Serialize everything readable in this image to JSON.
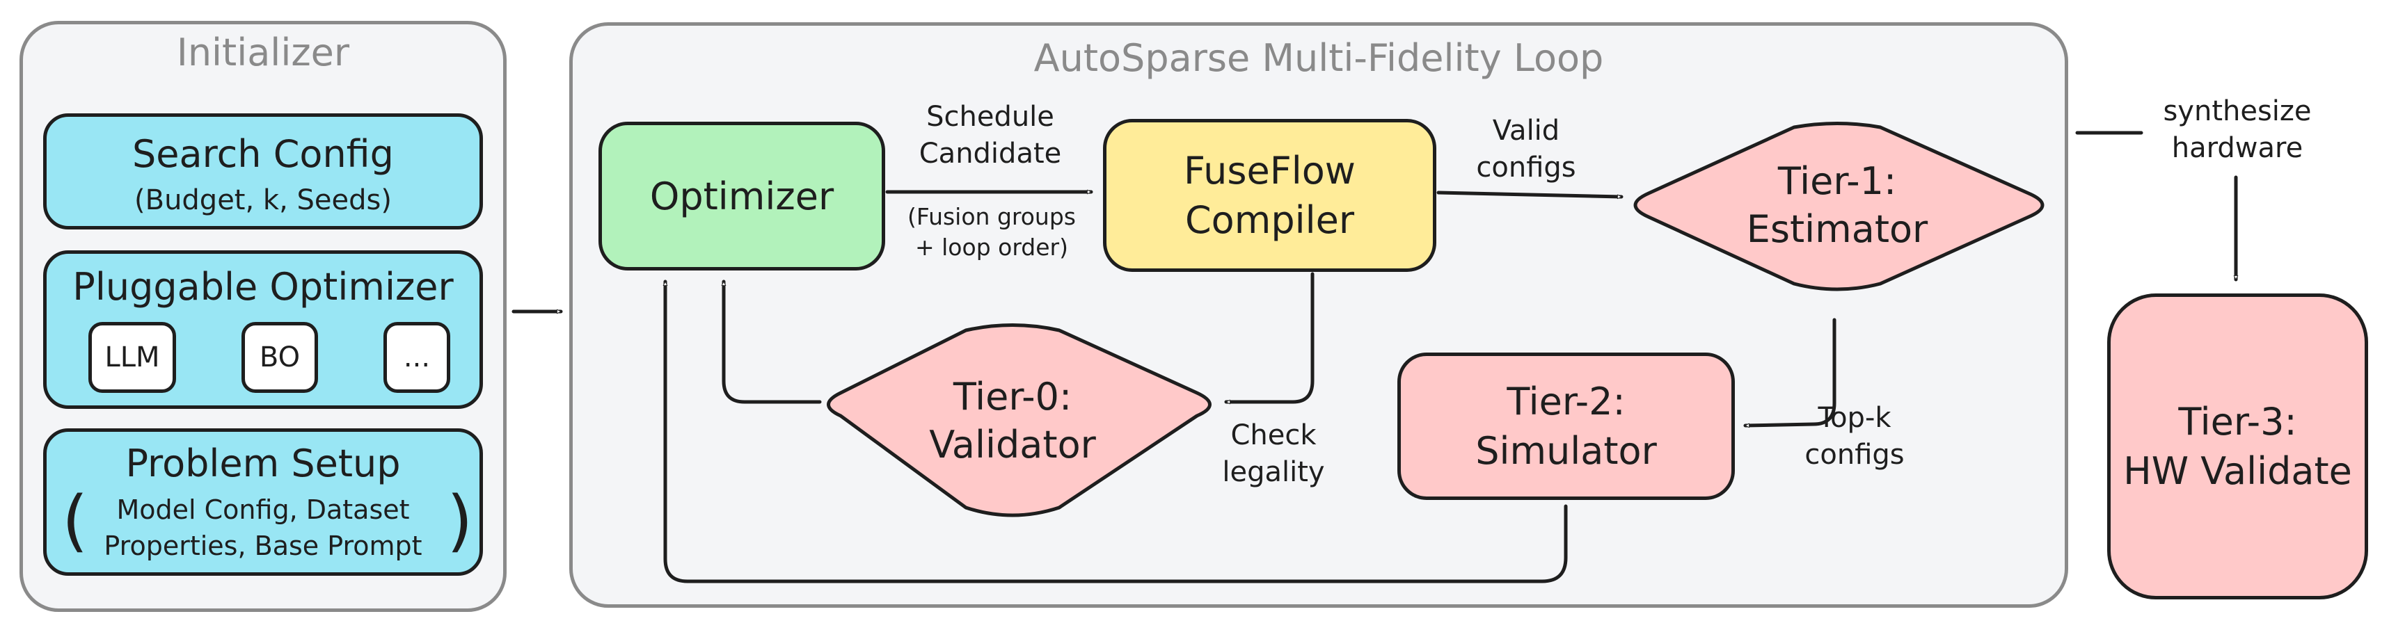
{
  "colors": {
    "panel_bg": "#f4f5f7",
    "panel_border": "#8a8a8a",
    "cyan": "#99e6f4",
    "green": "#b2f2bb",
    "yellow": "#ffec99",
    "pink": "#ffc9c9",
    "ink": "#1e1e1e"
  },
  "initializer": {
    "title": "Initializer",
    "search_config": {
      "title": "Search Config",
      "subtitle": "(Budget, k, Seeds)"
    },
    "pluggable_optimizer": {
      "title": "Pluggable Optimizer",
      "chips": [
        "LLM",
        "BO",
        "..."
      ]
    },
    "problem_setup": {
      "title": "Problem Setup",
      "line1": "Model Config, Dataset",
      "line2": "Properties, Base Prompt"
    }
  },
  "loop": {
    "title": "AutoSparse Multi-Fidelity Loop",
    "optimizer": "Optimizer",
    "compiler": {
      "line1": "FuseFlow",
      "line2": "Compiler"
    },
    "tier1": {
      "line1": "Tier-1:",
      "line2": "Estimator"
    },
    "tier0": {
      "line1": "Tier-0:",
      "line2": "Validator"
    },
    "tier2": {
      "line1": "Tier-2:",
      "line2": "Simulator"
    }
  },
  "tier3": {
    "line1": "Tier-3:",
    "line2": "HW Validate"
  },
  "edge_labels": {
    "schedule": [
      "Schedule",
      "Candidate"
    ],
    "fusion": [
      "(Fusion groups",
      "+ loop order)"
    ],
    "valid": [
      "Valid",
      "configs"
    ],
    "check": [
      "Check",
      "legality"
    ],
    "topk": [
      "Top-k",
      "configs"
    ],
    "synth": [
      "synthesize",
      "hardware"
    ]
  }
}
